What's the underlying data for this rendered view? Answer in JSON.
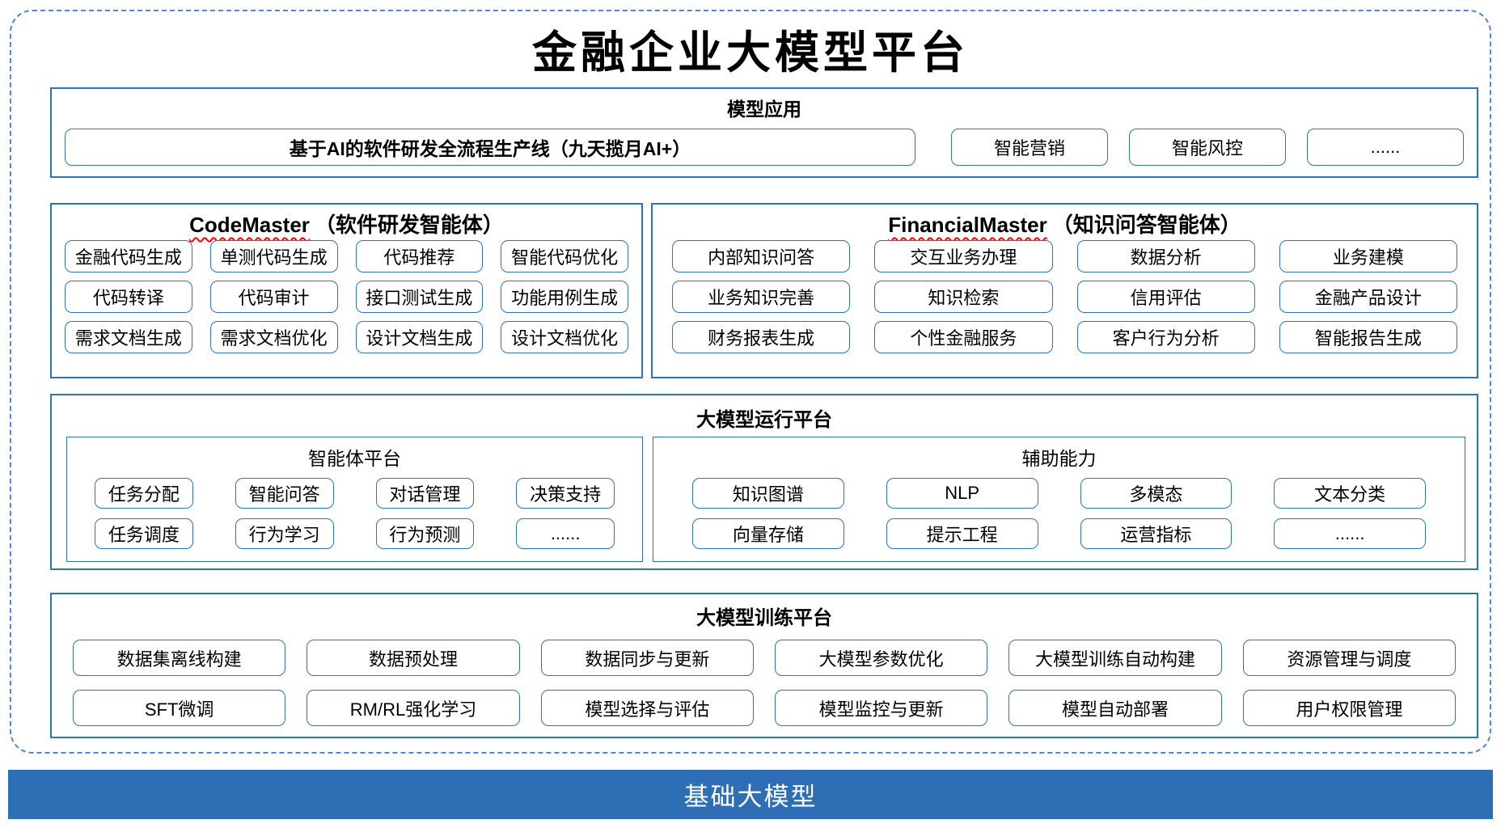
{
  "page": {
    "title": "金融企业大模型平台"
  },
  "colors": {
    "section_border_blue": "#2e74b5",
    "dashed_frame_blue": "#5585d0",
    "base_bar_blue": "#2d6eb5",
    "spellcheck_squiggle_red": "#ff0000",
    "text_black": "#000000",
    "bar_text_white": "#ffffff"
  },
  "sections": {
    "model_application": {
      "header": "模型应用",
      "main_button": "基于AI的软件研发全流程生产线（九天揽月AI+）",
      "buttons": [
        "智能营销",
        "智能风控",
        "......"
      ]
    },
    "code_master": {
      "name": "CodeMaster",
      "subtitle": "（软件研发智能体）",
      "buttons": [
        "金融代码生成",
        "单测代码生成",
        "代码推荐",
        "智能代码优化",
        "代码转译",
        "代码审计",
        "接口测试生成",
        "功能用例生成",
        "需求文档生成",
        "需求文档优化",
        "设计文档生成",
        "设计文档优化"
      ]
    },
    "financial_master": {
      "name": "FinancialMaster",
      "subtitle": "（知识问答智能体）",
      "buttons": [
        "内部知识问答",
        "交互业务办理",
        "数据分析",
        "业务建模",
        "业务知识完善",
        "知识检索",
        "信用评估",
        "金融产品设计",
        "财务报表生成",
        "个性金融服务",
        "客户行为分析",
        "智能报告生成"
      ]
    },
    "runtime_platform": {
      "header": "大模型运行平台",
      "agent_platform": {
        "header": "智能体平台",
        "buttons": [
          "任务分配",
          "智能问答",
          "对话管理",
          "决策支持",
          "任务调度",
          "行为学习",
          "行为预测",
          "......"
        ]
      },
      "auxiliary": {
        "header": "辅助能力",
        "buttons": [
          "知识图谱",
          "NLP",
          "多模态",
          "文本分类",
          "向量存储",
          "提示工程",
          "运营指标",
          "......"
        ]
      }
    },
    "training_platform": {
      "header": "大模型训练平台",
      "buttons": [
        "数据集离线构建",
        "数据预处理",
        "数据同步与更新",
        "大模型参数优化",
        "大模型训练自动构建",
        "资源管理与调度",
        "SFT微调",
        "RM/RL强化学习",
        "模型选择与评估",
        "模型监控与更新",
        "模型自动部署",
        "用户权限管理"
      ]
    }
  },
  "base_bar": {
    "label": "基础大模型"
  }
}
